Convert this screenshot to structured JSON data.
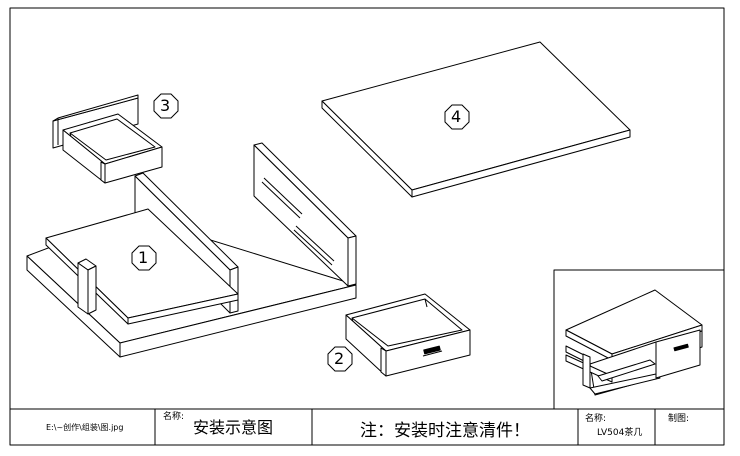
{
  "drawing": {
    "part_labels": {
      "part_1": "1",
      "part_2": "2",
      "part_3": "3",
      "part_4": "4"
    }
  },
  "title_block": {
    "file_path": "E:\\~创作\\组装\\图.jpg",
    "name_label": "名称:",
    "name_value": "安装示意图",
    "notice": "注：安装时注意清件！",
    "product_label": "名称:",
    "product_value": "LV504茶几",
    "drafter_label": "制图:"
  },
  "colors": {
    "line": "#000000",
    "paper": "#ffffff",
    "drawer_handle": "#000000"
  }
}
